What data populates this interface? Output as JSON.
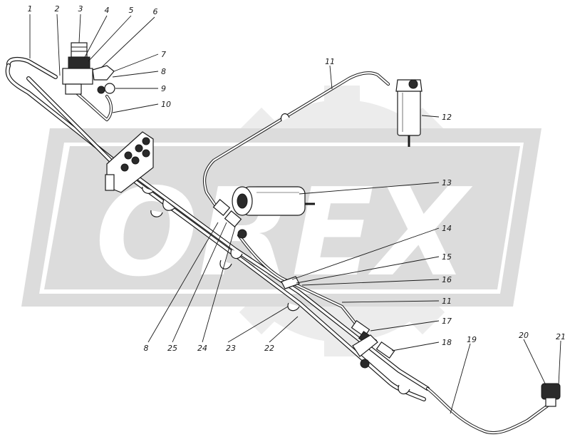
{
  "watermark": {
    "text": "OREX"
  },
  "callouts": [
    {
      "id": "c1",
      "label": "1"
    },
    {
      "id": "c2",
      "label": "2"
    },
    {
      "id": "c3",
      "label": "3"
    },
    {
      "id": "c4",
      "label": "4"
    },
    {
      "id": "c5",
      "label": "5"
    },
    {
      "id": "c6",
      "label": "6"
    },
    {
      "id": "c7",
      "label": "7"
    },
    {
      "id": "c8",
      "label": "8"
    },
    {
      "id": "c9",
      "label": "9"
    },
    {
      "id": "c10",
      "label": "10"
    },
    {
      "id": "c11a",
      "label": "11"
    },
    {
      "id": "c12",
      "label": "12"
    },
    {
      "id": "c13",
      "label": "13"
    },
    {
      "id": "c14",
      "label": "14"
    },
    {
      "id": "c15",
      "label": "15"
    },
    {
      "id": "c16",
      "label": "16"
    },
    {
      "id": "c11b",
      "label": "11"
    },
    {
      "id": "c17",
      "label": "17"
    },
    {
      "id": "c18",
      "label": "18"
    },
    {
      "id": "c19",
      "label": "19"
    },
    {
      "id": "c20",
      "label": "20"
    },
    {
      "id": "c21",
      "label": "21"
    },
    {
      "id": "c8b",
      "label": "8"
    },
    {
      "id": "c25",
      "label": "25"
    },
    {
      "id": "c24",
      "label": "24"
    },
    {
      "id": "c23",
      "label": "23"
    },
    {
      "id": "c22",
      "label": "22"
    }
  ]
}
